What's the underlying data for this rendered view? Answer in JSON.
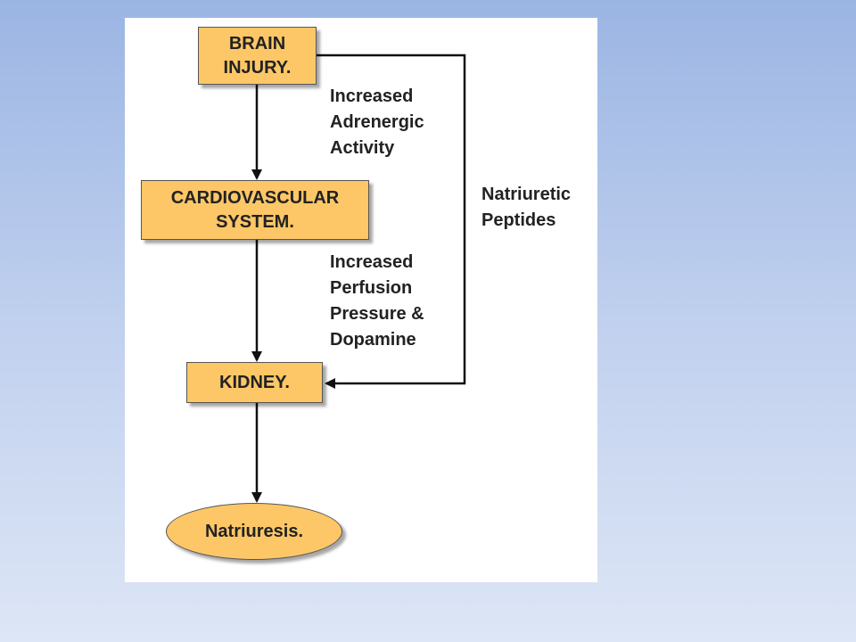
{
  "nodes": {
    "brain_injury": [
      "BRAIN",
      "INJURY."
    ],
    "cardiovascular_system": [
      "CARDIOVASCULAR",
      "SYSTEM."
    ],
    "kidney": "KIDNEY.",
    "natriuresis": "Natriuresis."
  },
  "edge_labels": {
    "adrenergic": [
      "Increased",
      "Adrenergic",
      "Activity"
    ],
    "perfusion": [
      "Increased",
      "Perfusion",
      "Pressure &",
      "Dopamine"
    ],
    "natriuretic": [
      "Natriuretic",
      "Peptides"
    ]
  },
  "colors": {
    "node_fill": "#fdc767",
    "node_border": "#555555",
    "text": "#222222",
    "panel": "#ffffff"
  }
}
